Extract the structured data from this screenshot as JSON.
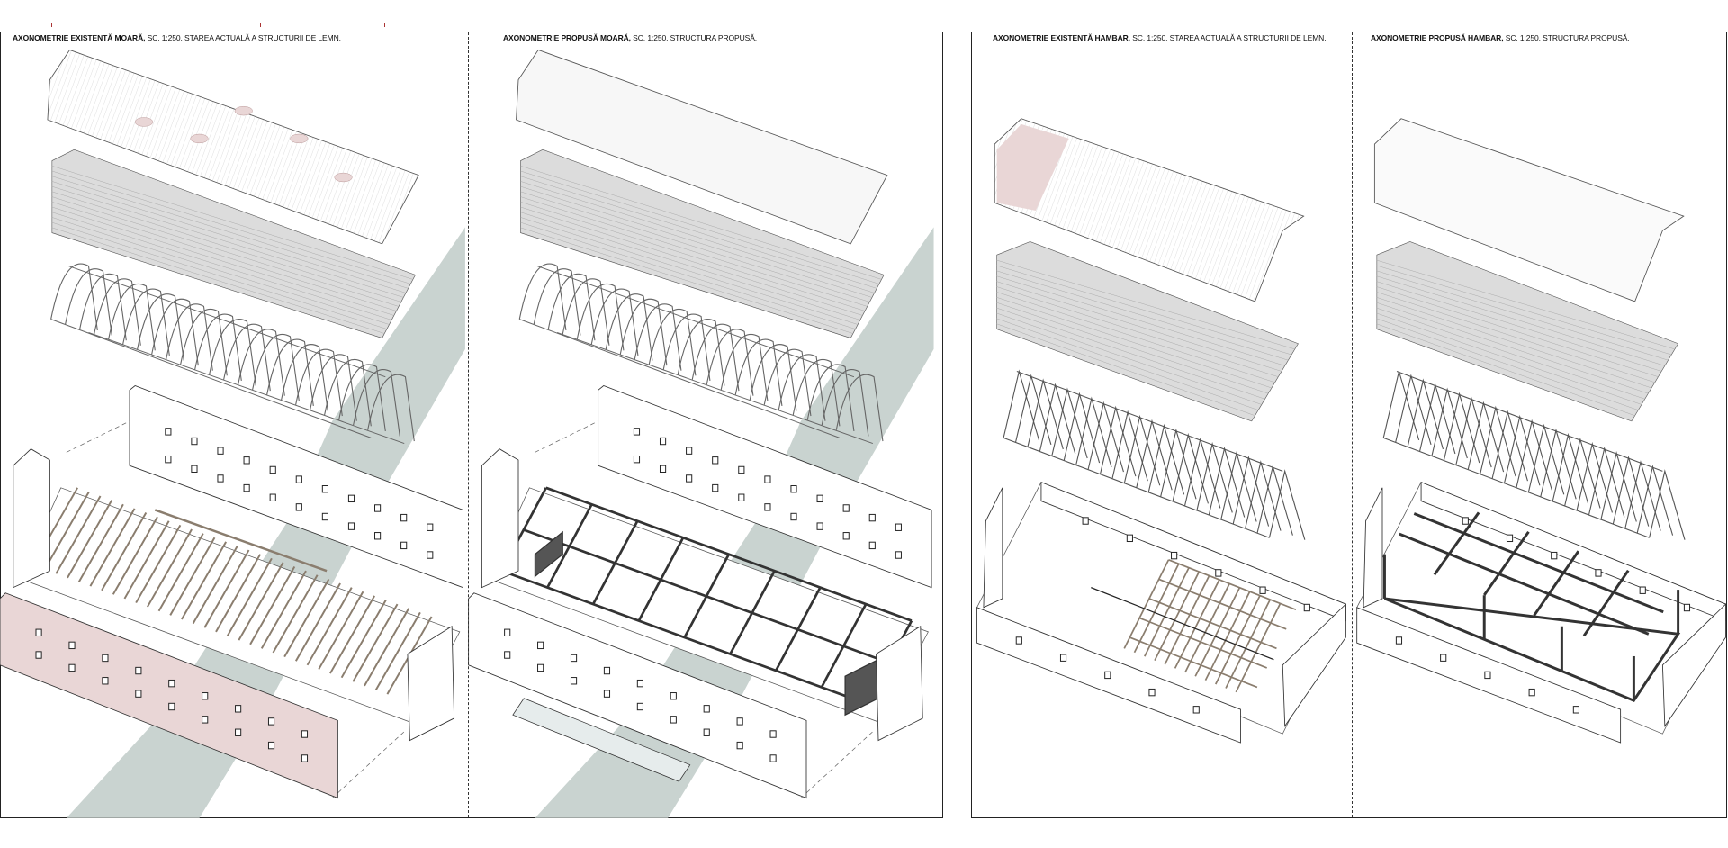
{
  "panels": [
    {
      "title_bold": "AXONOMETRIE EXISTENTĂ MOARĂ,",
      "title_rest": " SC. 1:250. STAREA ACTUALĂ A STRUCTURII DE LEMN."
    },
    {
      "title_bold": "AXONOMETRIE PROPUSĂ MOARĂ,",
      "title_rest": " SC. 1:250.  STRUCTURA PROPUSĂ."
    },
    {
      "title_bold": "AXONOMETRIE EXISTENTĂ HAMBAR,",
      "title_rest": " SC. 1:250. STAREA ACTUALĂ A STRUCTURII DE LEMN."
    },
    {
      "title_bold": "AXONOMETRIE PROPUSĂ HAMBAR,",
      "title_rest": " SC. 1:250.  STRUCTURA PROPUSĂ."
    }
  ],
  "colors": {
    "line": "#555555",
    "river": "#c9d3d0",
    "steel": "#333333",
    "timber": "#8a7d6e",
    "damage": "#e9d6d6",
    "skylight": "#cfe6f5",
    "slab": "#dcdcdc"
  }
}
